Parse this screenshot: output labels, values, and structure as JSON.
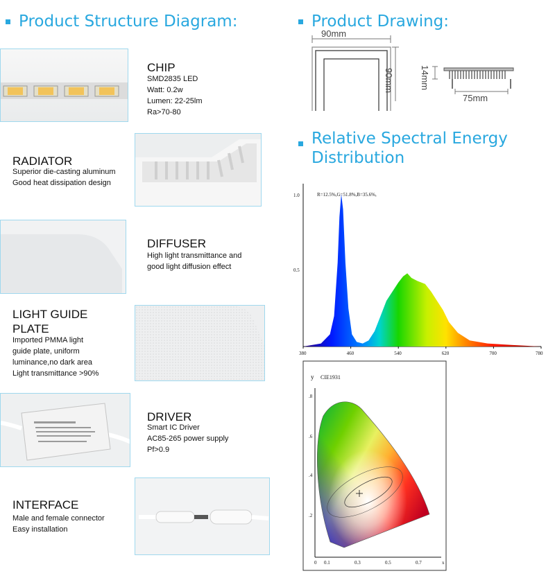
{
  "headings": {
    "structure": "Product Structure Diagram:",
    "drawing": "Product Drawing:",
    "spectral_line1": "Relative Spectral Energy",
    "spectral_line2": "Distribution"
  },
  "components": [
    {
      "title": "CHIP",
      "lines": [
        "SMD2835 LED",
        "Watt: 0.2w",
        "Lumen: 22-25lm",
        "Ra>70-80"
      ]
    },
    {
      "title": "RADIATOR",
      "lines": [
        "Superior die-casting aluminum",
        "Good heat dissipation design"
      ]
    },
    {
      "title": "DIFFUSER",
      "lines": [
        "High light transmittance and",
        "good light diffusion effect"
      ]
    },
    {
      "title_lines": [
        "LIGHT GUIDE",
        "PLATE"
      ],
      "lines": [
        "Imported PMMA light",
        "guide plate, uniform",
        "luminance,no dark area",
        "Light transmittance >90%"
      ]
    },
    {
      "title": "DRIVER",
      "lines": [
        "Smart IC Driver",
        "AC85-265 power supply",
        "Pf>0.9"
      ]
    },
    {
      "title": "INTERFACE",
      "lines": [
        "Male and female connector",
        "Easy installation"
      ]
    }
  ],
  "drawing": {
    "width_label": "90mm",
    "height_label": "90mm",
    "depth_label": "14mm",
    "cutout_label": "75mm"
  },
  "spectrum_chart": {
    "type": "area",
    "annotation": "R=12.5%,G=51.8%,B=35.6%,",
    "y_ticks": [
      "1.0",
      "0.5"
    ],
    "x_ticks": [
      "380",
      "460",
      "540",
      "620",
      "700",
      "780"
    ],
    "xlim": [
      380,
      780
    ],
    "ylim": [
      0,
      1.0
    ],
    "points": [
      [
        380,
        0.0
      ],
      [
        410,
        0.02
      ],
      [
        425,
        0.08
      ],
      [
        432,
        0.2
      ],
      [
        438,
        0.55
      ],
      [
        441,
        0.85
      ],
      [
        444,
        1.0
      ],
      [
        447,
        0.9
      ],
      [
        451,
        0.55
      ],
      [
        456,
        0.25
      ],
      [
        462,
        0.08
      ],
      [
        470,
        0.03
      ],
      [
        480,
        0.02
      ],
      [
        490,
        0.04
      ],
      [
        500,
        0.1
      ],
      [
        510,
        0.2
      ],
      [
        520,
        0.3
      ],
      [
        530,
        0.36
      ],
      [
        540,
        0.42
      ],
      [
        548,
        0.46
      ],
      [
        555,
        0.48
      ],
      [
        562,
        0.45
      ],
      [
        572,
        0.43
      ],
      [
        585,
        0.41
      ],
      [
        595,
        0.36
      ],
      [
        605,
        0.3
      ],
      [
        615,
        0.24
      ],
      [
        625,
        0.16
      ],
      [
        640,
        0.09
      ],
      [
        660,
        0.04
      ],
      [
        690,
        0.02
      ],
      [
        730,
        0.01
      ],
      [
        780,
        0.0
      ]
    ]
  },
  "cie_chart": {
    "type": "diagram",
    "title": "CIE1931",
    "y_axis_label": "y",
    "x_axis_label": "x",
    "y_ticks": [
      ".8",
      ".6",
      ".4",
      ".2"
    ],
    "x_ticks": [
      "0",
      "0.1",
      "0.3",
      "0.5",
      "0.7"
    ]
  }
}
